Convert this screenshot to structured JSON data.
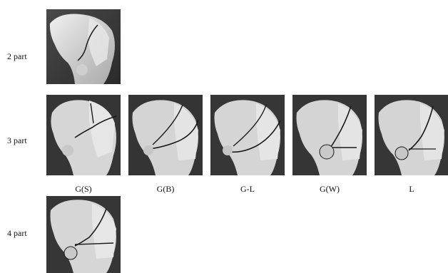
{
  "rows": [
    {
      "label": "2 part"
    },
    {
      "label": "3 part"
    },
    {
      "label": "4 part"
    }
  ],
  "captions": [
    "G(S)",
    "G(B)",
    "G-L",
    "G(W)",
    "L"
  ],
  "panels": [
    {
      "id": "p2",
      "description_icon": "bone-fracture-2-part"
    },
    {
      "id": "p3-gs",
      "description_icon": "bone-fracture-3-part-greater-tuberosity-s"
    },
    {
      "id": "p3-gb",
      "description_icon": "bone-fracture-3-part-greater-tuberosity-b"
    },
    {
      "id": "p3-gl",
      "description_icon": "bone-fracture-3-part-greater-lesser"
    },
    {
      "id": "p3-gw",
      "description_icon": "bone-fracture-3-part-greater-tuberosity-w"
    },
    {
      "id": "p3-l",
      "description_icon": "bone-fracture-3-part-lesser"
    },
    {
      "id": "p4",
      "description_icon": "bone-fracture-4-part"
    }
  ],
  "colors": {
    "background_photo": "#3a3a3a",
    "bone": "#d9d9d9",
    "fracture_line": "#1a1a1a"
  }
}
